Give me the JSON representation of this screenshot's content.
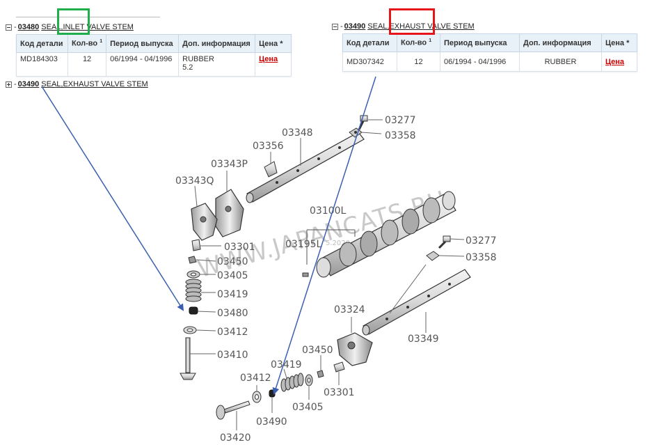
{
  "inlet_group": {
    "code": "03480",
    "name_prefix": "SEAL,",
    "name_highlight": "INLET",
    "name_suffix": " VALVE STEM"
  },
  "exhaust_group_collapsed": {
    "code": "03490",
    "name": "SEAL,EXHAUST VALVE STEM"
  },
  "exhaust_group": {
    "code": "03490",
    "name_prefix": "SEAL,",
    "name_highlight": "EXHAUST",
    "name_suffix": " VALVE STEM"
  },
  "table_headers": {
    "part_code": "Код детали",
    "qty": "Кол-во",
    "qty_sup": "1",
    "period": "Период выпуска",
    "info": "Доп. информация",
    "price": "Цена *"
  },
  "inlet_row": {
    "part_code": "MD184303",
    "qty": "12",
    "period": "06/1994 - 04/1996",
    "info_line1": "RUBBER",
    "info_line2": "5.2",
    "price": "Цена"
  },
  "exhaust_row": {
    "part_code": "MD307342",
    "qty": "12",
    "period": "06/1994 - 04/1996",
    "info": "RUBBER",
    "price": "Цена"
  },
  "colors": {
    "inlet_highlight": "#1fae4b",
    "exhaust_highlight": "#e8141b",
    "arrow": "#3a5fb0",
    "table_header_bg": "#e9f1f8"
  },
  "watermark": {
    "text": "WWW.JAPANCATS.RU",
    "date": "5.2020"
  },
  "diagram_labels": {
    "l03277a": "03277",
    "l03358a": "03358",
    "l03348": "03348",
    "l03356": "03356",
    "l03343P": "03343P",
    "l03343Q": "03343Q",
    "l03100L": "03100L",
    "l03195L": "03195L",
    "l03301a": "03301",
    "l03450a": "03450",
    "l03405a": "03405",
    "l03419a": "03419",
    "l03480": "03480",
    "l03412a": "03412",
    "l03410": "03410",
    "l03277b": "03277",
    "l03358b": "03358",
    "l03324": "03324",
    "l03349": "03349",
    "l03450b": "03450",
    "l03419b": "03419",
    "l03412b": "03412",
    "l03301b": "03301",
    "l03405b": "03405",
    "l03490": "03490",
    "l03420": "03420"
  }
}
